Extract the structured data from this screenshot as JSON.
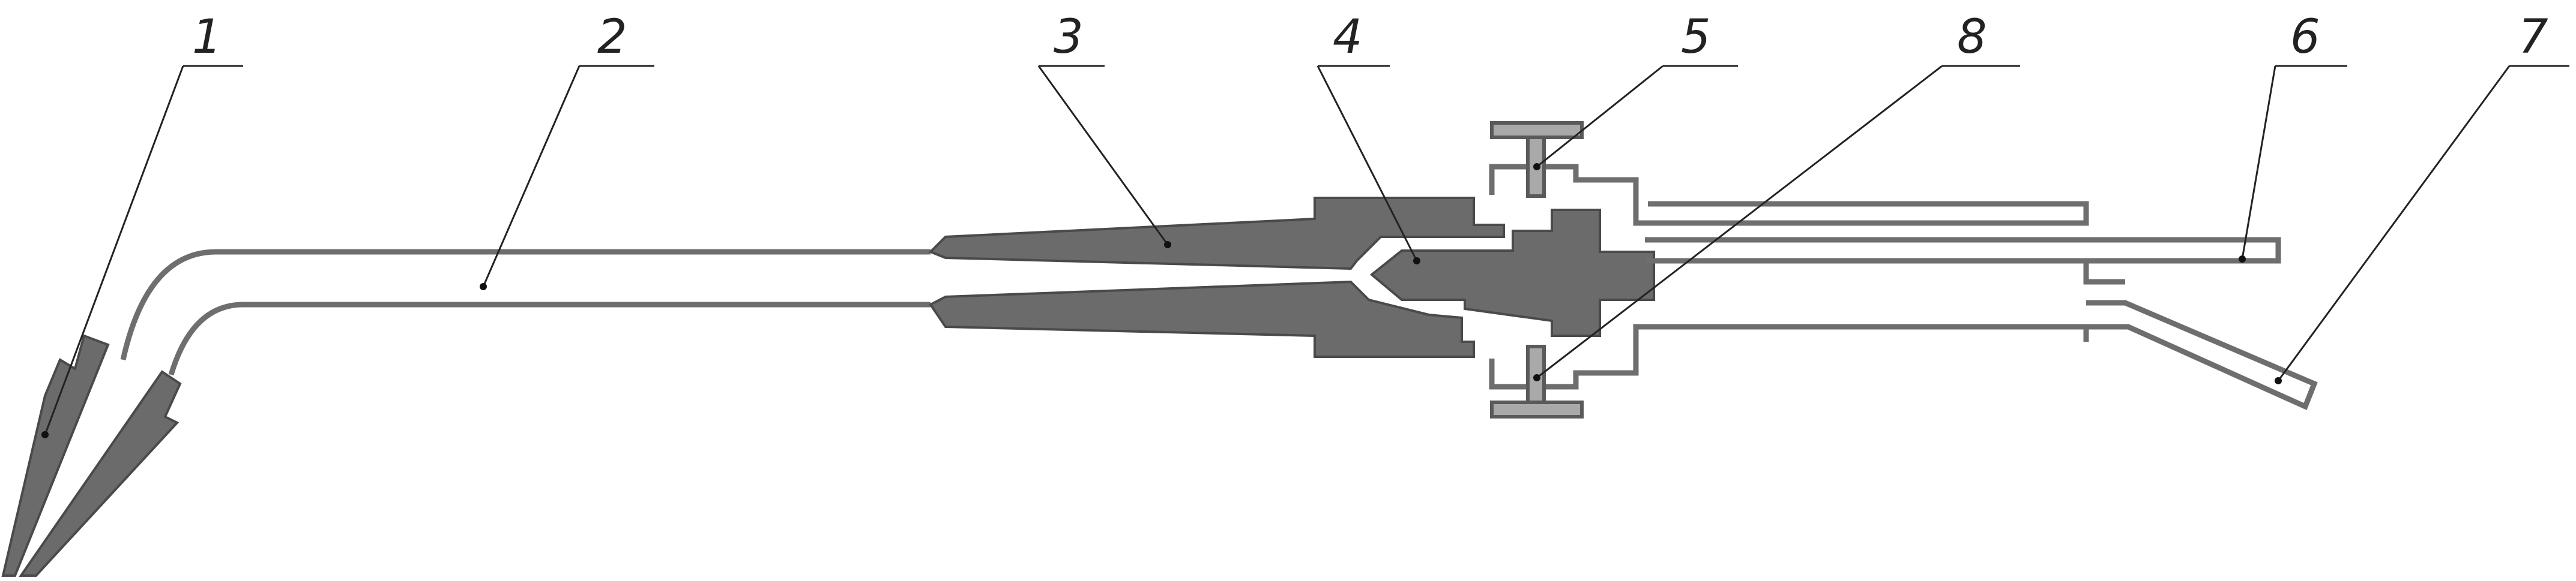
{
  "diagram": {
    "callouts": [
      {
        "id": "1",
        "label": "1"
      },
      {
        "id": "2",
        "label": "2"
      },
      {
        "id": "3",
        "label": "3"
      },
      {
        "id": "4",
        "label": "4"
      },
      {
        "id": "5",
        "label": "5"
      },
      {
        "id": "8",
        "label": "8"
      },
      {
        "id": "6",
        "label": "6"
      },
      {
        "id": "7",
        "label": "7"
      }
    ],
    "colors": {
      "pipe_outline": "#6e6e6e",
      "solid_part": "#6b6b6b",
      "valve_stem": "#a9a9a9",
      "leader_line": "#222222",
      "background": "#ffffff"
    }
  }
}
